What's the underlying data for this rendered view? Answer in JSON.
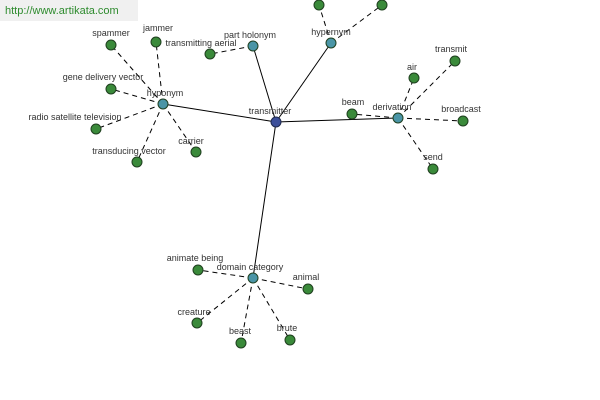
{
  "watermark": {
    "url": "http://www.artikata.com"
  },
  "colors": {
    "center": "#3c4f9a",
    "hub": "#4a95a6",
    "leaf": "#3a8a3a",
    "edge": "#000000",
    "watermark_text": "#2e8b2e",
    "watermark_bg": "#f0f0f0"
  },
  "graph": {
    "nodes": [
      {
        "id": "transmitter",
        "label": "transmitter",
        "kind": "center"
      },
      {
        "id": "part_holonym",
        "label": "part holonym",
        "kind": "hub"
      },
      {
        "id": "hypernym",
        "label": "hypernym",
        "kind": "hub"
      },
      {
        "id": "hyponym",
        "label": "hyponym",
        "kind": "hub"
      },
      {
        "id": "derivation",
        "label": "derivation",
        "kind": "hub"
      },
      {
        "id": "domain_category",
        "label": "domain category",
        "kind": "hub"
      },
      {
        "id": "transmitting_aerial",
        "label": "transmitting aerial",
        "kind": "leaf"
      },
      {
        "id": "spammer",
        "label": "spammer",
        "kind": "leaf"
      },
      {
        "id": "jammer",
        "label": "jammer",
        "kind": "leaf"
      },
      {
        "id": "gene_delivery_vector",
        "label": "gene delivery vector",
        "kind": "leaf"
      },
      {
        "id": "radio_satellite_television",
        "label": "radio satellite television",
        "kind": "leaf"
      },
      {
        "id": "transducing_vector",
        "label": "transducing vector",
        "kind": "leaf"
      },
      {
        "id": "carrier",
        "label": "carrier",
        "kind": "leaf"
      },
      {
        "id": "beam",
        "label": "beam",
        "kind": "leaf"
      },
      {
        "id": "air",
        "label": "air",
        "kind": "leaf"
      },
      {
        "id": "transmit",
        "label": "transmit",
        "kind": "leaf"
      },
      {
        "id": "broadcast",
        "label": "broadcast",
        "kind": "leaf"
      },
      {
        "id": "send",
        "label": "send",
        "kind": "leaf"
      },
      {
        "id": "animate_being",
        "label": "animate being",
        "kind": "leaf"
      },
      {
        "id": "animal",
        "label": "animal",
        "kind": "leaf"
      },
      {
        "id": "creature",
        "label": "creature",
        "kind": "leaf"
      },
      {
        "id": "beast",
        "label": "beast",
        "kind": "leaf"
      },
      {
        "id": "brute",
        "label": "brute",
        "kind": "leaf"
      },
      {
        "id": "hypernym_leaf_1",
        "label": "",
        "kind": "leaf"
      },
      {
        "id": "hypernym_leaf_2",
        "label": "",
        "kind": "leaf"
      }
    ],
    "edges": [
      {
        "from": "transmitter",
        "to": "part_holonym",
        "style": "solid"
      },
      {
        "from": "transmitter",
        "to": "hypernym",
        "style": "solid"
      },
      {
        "from": "transmitter",
        "to": "hyponym",
        "style": "solid"
      },
      {
        "from": "transmitter",
        "to": "derivation",
        "style": "solid"
      },
      {
        "from": "transmitter",
        "to": "domain_category",
        "style": "solid"
      },
      {
        "from": "part_holonym",
        "to": "transmitting_aerial",
        "style": "dashed"
      },
      {
        "from": "hypernym",
        "to": "hypernym_leaf_1",
        "style": "dashed"
      },
      {
        "from": "hypernym",
        "to": "hypernym_leaf_2",
        "style": "dashed"
      },
      {
        "from": "hyponym",
        "to": "spammer",
        "style": "dashed"
      },
      {
        "from": "hyponym",
        "to": "jammer",
        "style": "dashed"
      },
      {
        "from": "hyponym",
        "to": "gene_delivery_vector",
        "style": "dashed"
      },
      {
        "from": "hyponym",
        "to": "radio_satellite_television",
        "style": "dashed"
      },
      {
        "from": "hyponym",
        "to": "transducing_vector",
        "style": "dashed"
      },
      {
        "from": "hyponym",
        "to": "carrier",
        "style": "dashed"
      },
      {
        "from": "derivation",
        "to": "beam",
        "style": "dashed"
      },
      {
        "from": "derivation",
        "to": "air",
        "style": "dashed"
      },
      {
        "from": "derivation",
        "to": "transmit",
        "style": "dashed"
      },
      {
        "from": "derivation",
        "to": "broadcast",
        "style": "dashed"
      },
      {
        "from": "derivation",
        "to": "send",
        "style": "dashed"
      },
      {
        "from": "domain_category",
        "to": "animate_being",
        "style": "dashed"
      },
      {
        "from": "domain_category",
        "to": "animal",
        "style": "dashed"
      },
      {
        "from": "domain_category",
        "to": "creature",
        "style": "dashed"
      },
      {
        "from": "domain_category",
        "to": "beast",
        "style": "dashed"
      },
      {
        "from": "domain_category",
        "to": "brute",
        "style": "dashed"
      }
    ]
  }
}
